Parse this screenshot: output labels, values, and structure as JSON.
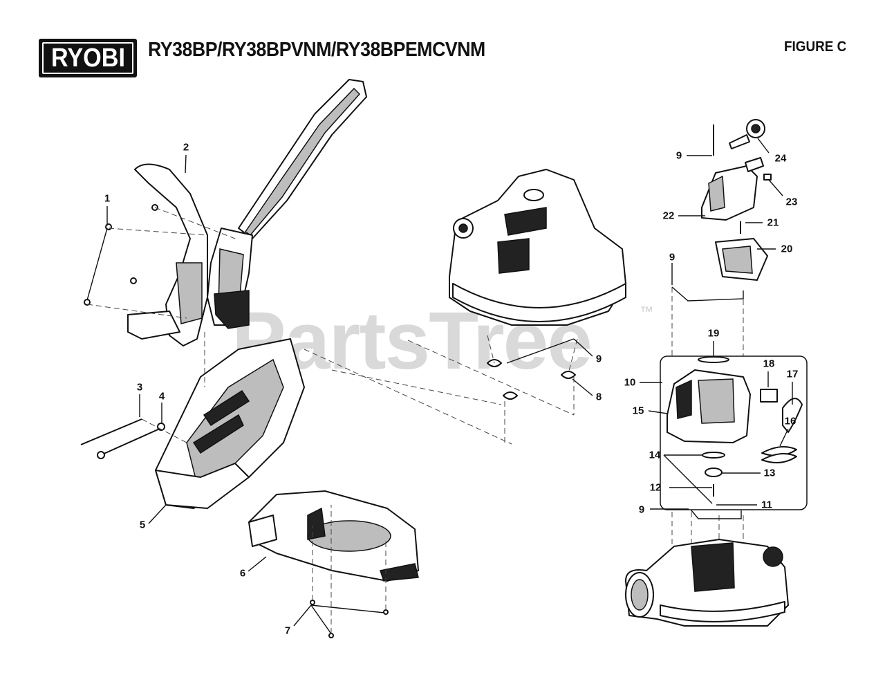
{
  "header": {
    "brand_logo": "RYOBI",
    "model_title": "RY38BP/RY38BPVNM/RY38BPEMCVNM",
    "figure_label": "FIGURE C"
  },
  "watermark": {
    "text": "PartsTree",
    "tm": "™"
  },
  "callouts": [
    {
      "id": "c1",
      "label": "1"
    },
    {
      "id": "c2",
      "label": "2"
    },
    {
      "id": "c3",
      "label": "3"
    },
    {
      "id": "c4",
      "label": "4"
    },
    {
      "id": "c5",
      "label": "5"
    },
    {
      "id": "c6",
      "label": "6"
    },
    {
      "id": "c7",
      "label": "7"
    },
    {
      "id": "c8",
      "label": "8"
    },
    {
      "id": "c9a",
      "label": "9"
    },
    {
      "id": "c9b",
      "label": "9"
    },
    {
      "id": "c9c",
      "label": "9"
    },
    {
      "id": "c9d",
      "label": "9"
    },
    {
      "id": "c10",
      "label": "10"
    },
    {
      "id": "c11",
      "label": "11"
    },
    {
      "id": "c12",
      "label": "12"
    },
    {
      "id": "c13",
      "label": "13"
    },
    {
      "id": "c14",
      "label": "14"
    },
    {
      "id": "c15",
      "label": "15"
    },
    {
      "id": "c16",
      "label": "16"
    },
    {
      "id": "c17",
      "label": "17"
    },
    {
      "id": "c18",
      "label": "18"
    },
    {
      "id": "c19",
      "label": "19"
    },
    {
      "id": "c20",
      "label": "20"
    },
    {
      "id": "c21",
      "label": "21"
    },
    {
      "id": "c22",
      "label": "22"
    },
    {
      "id": "c23",
      "label": "23"
    },
    {
      "id": "c24",
      "label": "24"
    }
  ]
}
